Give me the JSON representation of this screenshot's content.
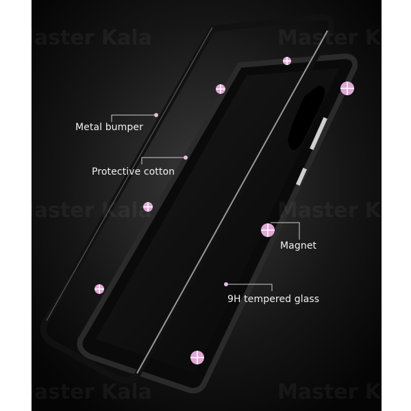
{
  "watermark": {
    "text": "Master Kala"
  },
  "callouts": [
    {
      "id": "metal-bumper",
      "text": "Metal bumper"
    },
    {
      "id": "protective-cotton",
      "text": "Protective cotton"
    },
    {
      "id": "magnet",
      "text": "Magnet"
    },
    {
      "id": "tempered-glass",
      "text": "9H tempered glass"
    }
  ],
  "colors": {
    "background": "#0b0b0b",
    "marker": "#e3a6d6",
    "frame": "#1a1a1a",
    "highlight": "#d8d8d8"
  }
}
